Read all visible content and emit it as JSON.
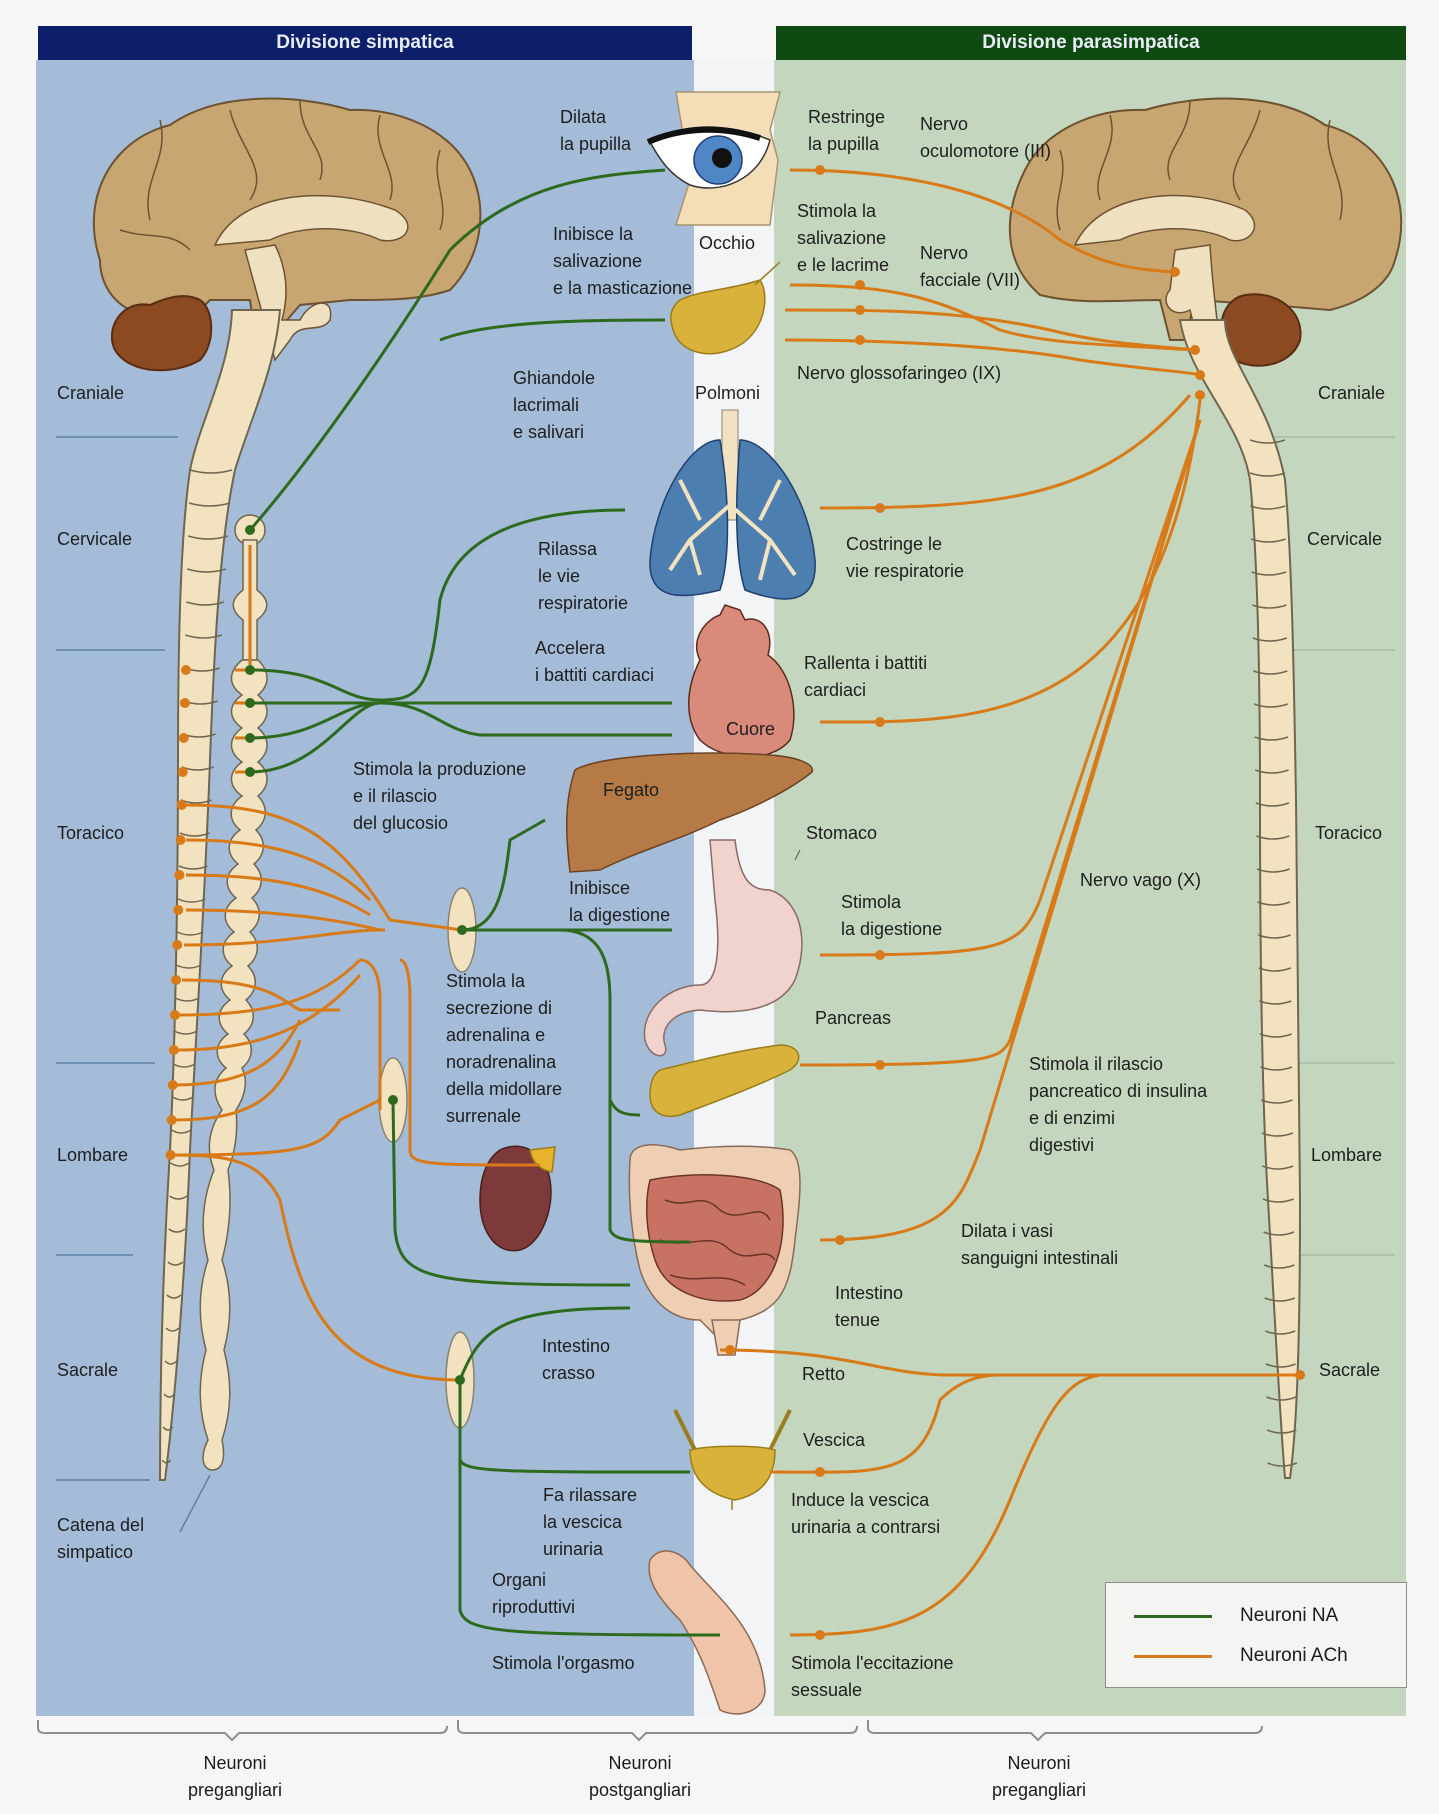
{
  "headers": {
    "sympathetic": "Divisione simpatica",
    "parasympathetic": "Divisione parasimpatica"
  },
  "colors": {
    "sympathetic_header": "#0d1f6b",
    "parasympathetic_header": "#0f4a12",
    "sympathetic_bg": "#a4bcd8",
    "parasympathetic_bg": "#c4d6bd",
    "center_bg": "#f3f4f6",
    "na_neuron": "#2e6a1e",
    "ach_neuron": "#d87a18",
    "spine": "#f2e2c0",
    "brain": "#c8a671",
    "cerebellum": "#8b4a22"
  },
  "spinal_regions_left": [
    "Craniale",
    "Cervicale",
    "Toracico",
    "Lombare",
    "Sacrale"
  ],
  "spinal_regions_right": [
    "Craniale",
    "Cervicale",
    "Toracico",
    "Lombare",
    "Sacrale"
  ],
  "sympathetic_chain_label": "Catena del\nsimpatico",
  "organs": {
    "eye": "Occhio",
    "lungs": "Polmoni",
    "heart": "Cuore",
    "liver": "Fegato",
    "stomach": "Stomaco",
    "pancreas": "Pancreas",
    "small_intestine": "Intestino\ntenue",
    "large_intestine": "Intestino\ncrasso",
    "rectum": "Retto",
    "bladder": "Vescica",
    "glands": "Ghiandole\nlacrimali\ne salivari",
    "reproductive": "Organi\nriproduttivi"
  },
  "sympathetic_effects": {
    "pupil": "Dilata\nla pupilla",
    "salivation": "Inibisce la\nsalivazione\ne la masticazione",
    "airways": "Rilassa\nle vie\nrespiratorie",
    "heart": "Accelera\ni battiti cardiaci",
    "glucose": "Stimola la produzione\ne il rilascio\ndel glucosio",
    "digestion": "Inibisce\nla digestione",
    "adrenal": "Stimola la\nsecrezione di\nadrenalina e\nnoradrenalina\ndella midollare\nsurrenale",
    "bladder": "Fa rilassare\nla vescica\nurinaria",
    "orgasm": "Stimola l'orgasmo"
  },
  "parasympathetic_effects": {
    "pupil": "Restringe\nla pupilla",
    "salivation": "Stimola la\nsalivazione\ne le lacrime",
    "airways": "Costringe le\nvie respiratorie",
    "heart": "Rallenta i battiti\ncardiaci",
    "digestion": "Stimola\nla digestione",
    "pancreas": "Stimola il rilascio\npancreatico di insulina\ne di enzimi\ndigestivi",
    "intestine_vessels": "Dilata i vasi\nsanguigni intestinali",
    "bladder": "Induce la vescica\nurinaria a contrarsi",
    "arousal": "Stimola l'eccitazione\nsessuale"
  },
  "nerves": {
    "oculomotor": "Nervo\noculomotore (III)",
    "facial": "Nervo\nfacciale (VII)",
    "glossopharyngeal": "Nervo glossofaringeo (IX)",
    "vagus": "Nervo vago (X)"
  },
  "legend": [
    {
      "label": "Neuroni NA",
      "color": "#2e6a1e"
    },
    {
      "label": "Neuroni ACh",
      "color": "#d87a18"
    }
  ],
  "footer": [
    "Neuroni\npregangliari",
    "Neuroni\npostgangliari",
    "Neuroni\npregangliari"
  ]
}
